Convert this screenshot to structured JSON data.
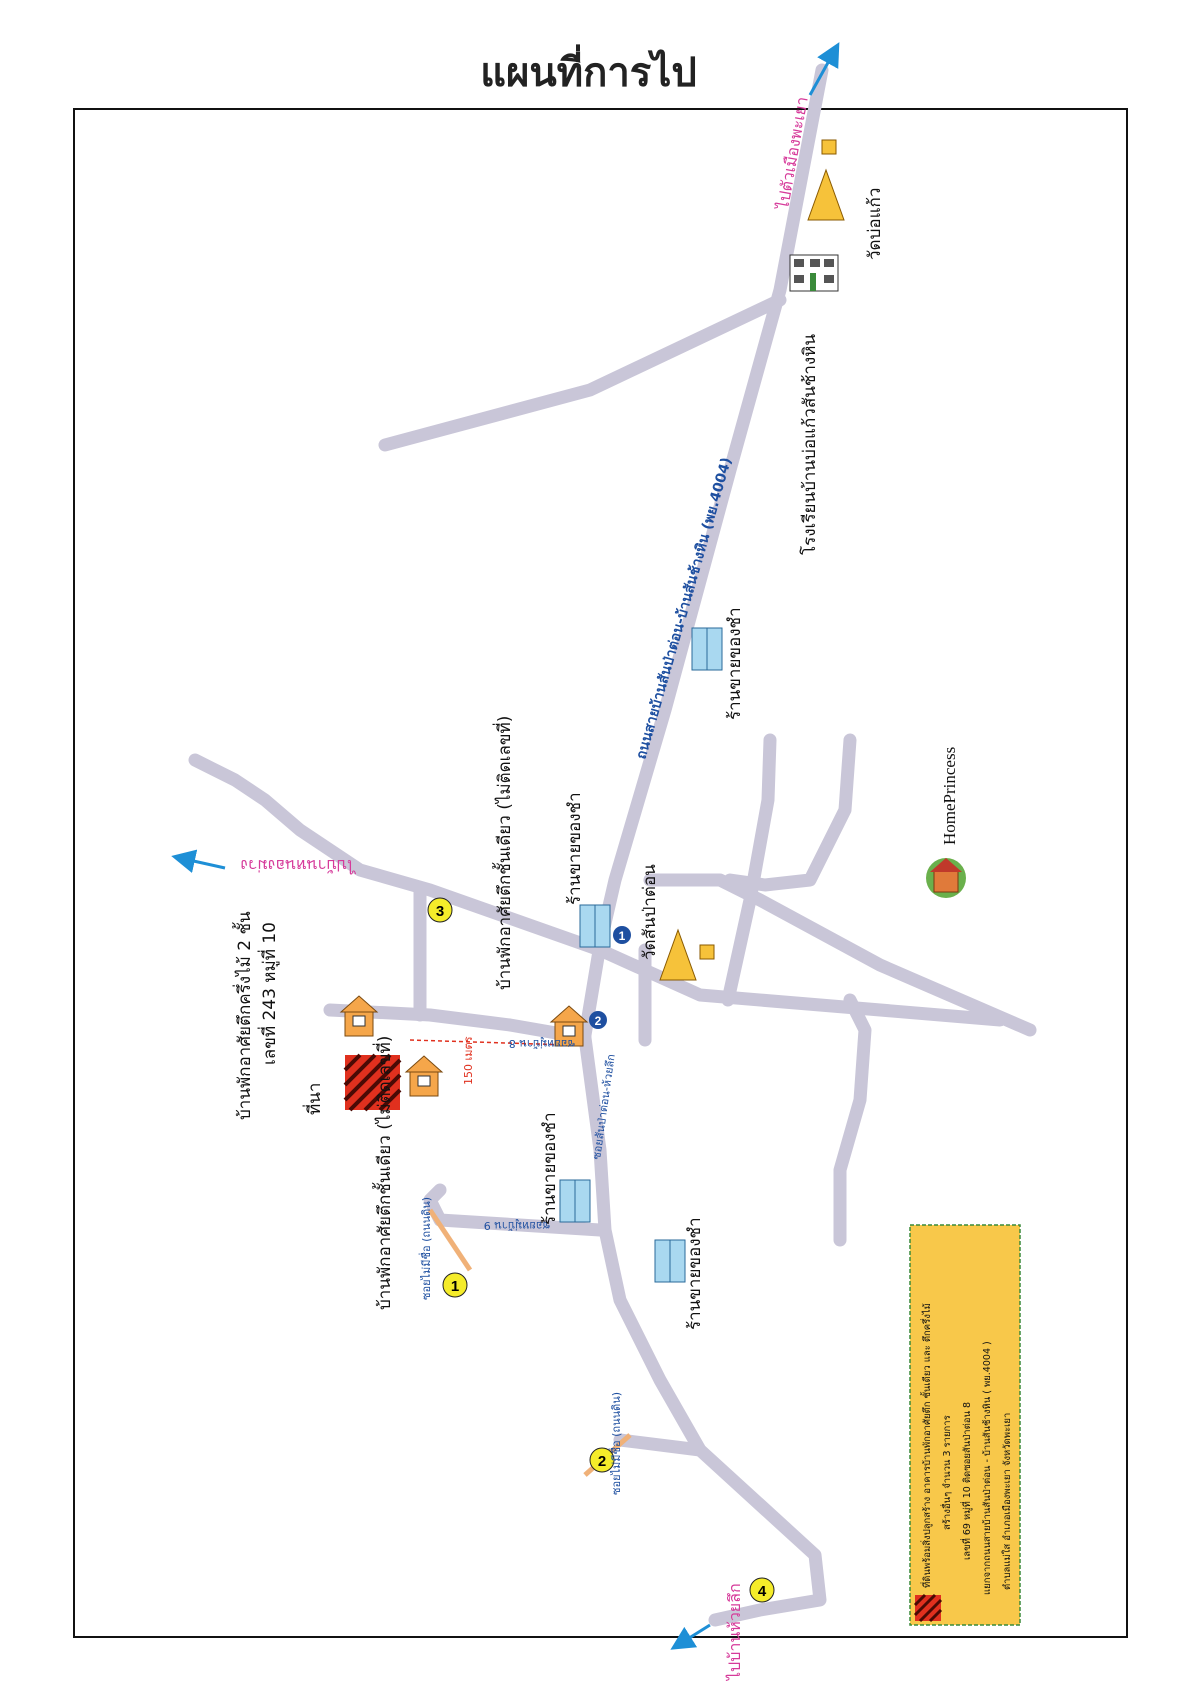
{
  "title": "แผนที่การไป",
  "roads": {
    "main_road": "ถนนสายบ้านสันป่าต่อน-บ้านสันช้างหิน (พย.4004)",
    "lane_8": "ซอยหมู่บ้าน 8",
    "lane_9": "ซอยหมู่บ้าน 9",
    "road_south": "ซอยสันป่าต่อน-ห้วยลึก",
    "no_name_lane_1": "ซอยไม่มีชื่อ (ถนนดิน)",
    "no_name_lane_2": "ซอยไม่มีชื่อ (ถนนดิน)"
  },
  "directions": {
    "to_phayao": "ไปตัวเมืองพะเยา",
    "to_huai_luek": "ไปบ้านห้วยลึก",
    "to_nongmuang": "ไปบ้านหนองม่วง"
  },
  "places": {
    "wat_bo_kaew": "วัดบ่อแก้ว",
    "school": "โรงเรียนบ้านบ่อแก้วสันช้างหิน",
    "wat_san_pa_ton": "วัดสันป่าต่อน",
    "home_princess": "HomePrincess",
    "shop_1": "ร้านขายของชำ",
    "shop_2": "ร้านขายของชำ",
    "shop_3": "ร้านขายของชำ",
    "shop_4": "ร้านขายของชำ",
    "house_2_storey": "บ้านพักอาศัยตึกครึ่งไม้ 2 ชั้น",
    "house_2_storey_no": "เลขที่ 243 หมู่ที่ 10",
    "house_single_1": "บ้านพักอาศัยตึกชั้นเดียว (ไม่ติดเลขที่)",
    "house_single_2": "บ้านพักอาศัยตึกชั้นเดียว (ไม่ติดเลขที่)",
    "rice_field": "ที่นา",
    "distance": "150 เมตร"
  },
  "markers": {
    "m1": "1",
    "m2": "2",
    "c1": "1",
    "c2": "2",
    "c3": "3",
    "c4": "4"
  },
  "legend": {
    "line1": "ที่ดินพร้อมสิ่งปลูกสร้าง อาคารบ้านพักอาศัยตึก ชั้นเดียว และ ตึกครึ่งไม้",
    "line2": "สร้างอื่นๆ จำนวน 3 รายการ",
    "line3": "เลขที่ 69 หมู่ที่ 10 ติดซอยสันป่าต่อน 8",
    "line4": "แยกจากถนนสายบ้านสันป่าต่อน - บ้านสันช้างหิน ( พย.4004 )",
    "line5": "ตำบลแม่ใส อำเภอเมืองพะเยา จังหวัดพะเยา"
  },
  "colors": {
    "road": "#c9c6d8",
    "road_label": "#1e4fa0",
    "direction_label": "#d63a9a",
    "arrow": "#1e8fd6",
    "marker_yellow": "#f5ec2a",
    "legend_bg": "#f8c84a",
    "plot_red": "#e0301e"
  }
}
